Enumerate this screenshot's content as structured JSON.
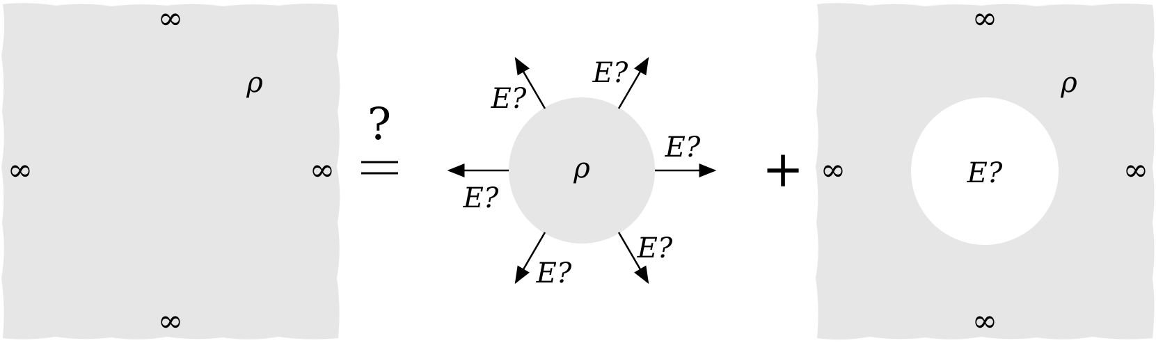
{
  "left_panel": {
    "density_label": "ρ",
    "infinity_top": "∞",
    "infinity_left": "∞",
    "infinity_right": "∞",
    "infinity_bottom": "∞"
  },
  "equals_question": {
    "question": "?",
    "equals": "="
  },
  "middle": {
    "density_label": "ρ",
    "arrow_labels": [
      "E?",
      "E?",
      "E?",
      "E?",
      "E?",
      "E?"
    ]
  },
  "plus": "+",
  "right_panel": {
    "density_label": "ρ",
    "hole_label": "E?",
    "infinity_top": "∞",
    "infinity_left": "∞",
    "infinity_right": "∞",
    "infinity_bottom": "∞"
  },
  "colors": {
    "fill_gray": "#e6e6e6",
    "ink": "#000000",
    "background": "#ffffff"
  }
}
